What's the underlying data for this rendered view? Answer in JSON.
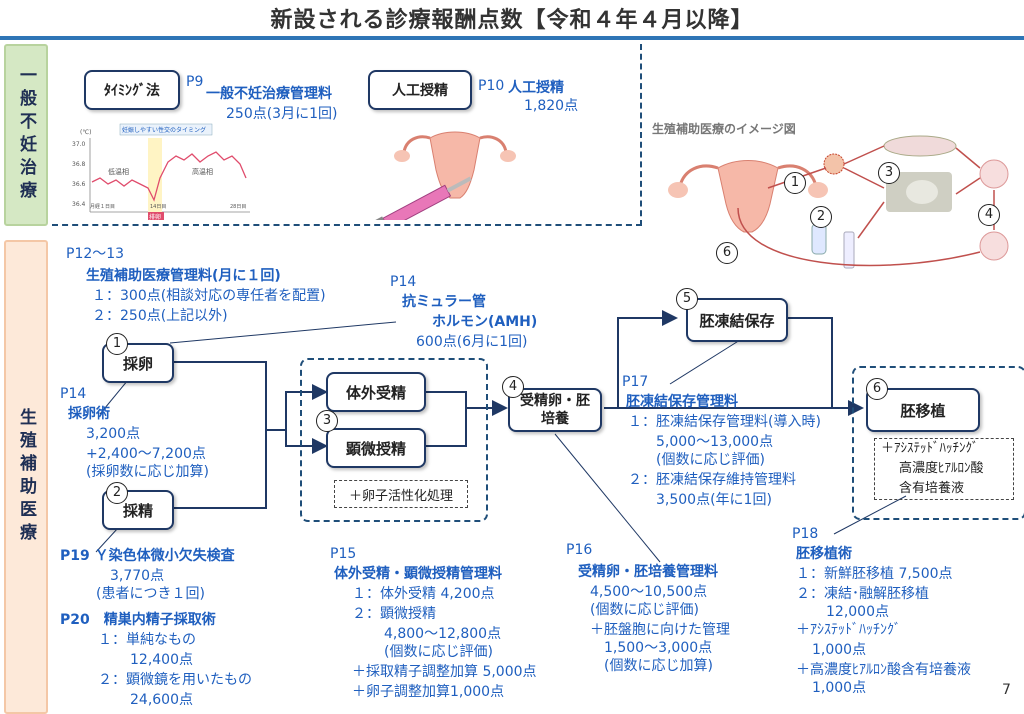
{
  "title": "新設される診療報酬点数【令和４年４月以降】",
  "page_number": "7",
  "side_labels": {
    "general": "一般不妊治療",
    "art": "生殖補助医療"
  },
  "general": {
    "timing_box": "ﾀｲﾐﾝｸﾞ法",
    "timing_page": "P9",
    "timing_title": "一般不妊治療管理料",
    "timing_points": "250点(3月に1回)",
    "chart_caption": "妊娠しやすい性交のタイミング",
    "chart_low": "低温相",
    "chart_high": "高温相",
    "chart_ovulation": "排卵",
    "chart_x_start": "月経１日目",
    "chart_x_mid": "14日目",
    "chart_x_end": "28日目",
    "chart_unit": "(℃)",
    "chart_ticks": [
      "37.0",
      "36.8",
      "36.6",
      "36.4"
    ],
    "ai_box": "人工授精",
    "ai_page": "P10",
    "ai_title": "人工授精",
    "ai_points": "1,820点"
  },
  "image_title": "生殖補助医療のイメージ図",
  "steps": {
    "step1": "採卵",
    "step2": "採精",
    "ivf": "体外受精",
    "icsi": "顕微授精",
    "activation": "＋卵子活性化処理",
    "step4": "受精卵・胚培養",
    "step5": "胚凍結保存",
    "step6": "胚移植",
    "step6_extra": [
      "＋ｱｼｽﾃｯﾄﾞﾊｯﾁﾝｸﾞ",
      "高濃度ﾋｱﾙﾛﾝ酸",
      "含有培養液"
    ]
  },
  "nums": [
    "1",
    "2",
    "3",
    "4",
    "5",
    "6"
  ],
  "blocks": {
    "p12_page": "P12～13",
    "p12_title": "生殖補助医療管理料(月に１回)",
    "p12_l1": "１：300点(相談対応の専任者を配置)",
    "p12_l2": "２：250点(上記以外)",
    "p14a_page": "P14",
    "p14a_t1": "抗ミュラー管",
    "p14a_t2": "ホルモン(AMH)",
    "p14a_pts": "600点(6月に1回)",
    "p14b_page": "P14",
    "p14b_title": "採卵術",
    "p14b_l1": "3,200点",
    "p14b_l2": "+2,400～7,200点",
    "p14b_l3": "(採卵数に応じ加算)",
    "p19_page": "P19",
    "p19_title": "Ｙ染色体微小欠失検査",
    "p19_l1": "3,770点",
    "p19_l2": "(患者につき１回)",
    "p20_page": "P20",
    "p20_title": "精巣内精子採取術",
    "p20_l1": "１：単純なもの",
    "p20_l2": "12,400点",
    "p20_l3": "２：顕微鏡を用いたもの",
    "p20_l4": "24,600点",
    "p15_page": "P15",
    "p15_title": "体外受精・顕微授精管理料",
    "p15_l1": "１：体外受精 4,200点",
    "p15_l2": "２：顕微授精",
    "p15_l3": "4,800～12,800点",
    "p15_l4": "(個数に応じ評価)",
    "p15_l5": "＋採取精子調整加算 5,000点",
    "p15_l6": "＋卵子調整加算1,000点",
    "p16_page": "P16",
    "p16_title": "受精卵・胚培養管理料",
    "p16_l1": "4,500～10,500点",
    "p16_l2": "(個数に応じ評価)",
    "p16_l3": "＋胚盤胞に向けた管理",
    "p16_l4": "1,500～3,000点",
    "p16_l5": "(個数に応じ加算)",
    "p17_page": "P17",
    "p17_title": "胚凍結保存管理料",
    "p17_l1": "１：胚凍結保存管理料(導入時)",
    "p17_l2": "5,000～13,000点",
    "p17_l3": "(個数に応じ評価)",
    "p17_l4": "２：胚凍結保存維持管理料",
    "p17_l5": "3,500点(年に1回)",
    "p18_page": "P18",
    "p18_title": "胚移植術",
    "p18_l1": "１：新鮮胚移植 7,500点",
    "p18_l2": "２：凍結･融解胚移植",
    "p18_l3": "12,000点",
    "p18_l4": "＋ｱｼｽﾃｯﾄﾞﾊｯﾁﾝｸﾞ",
    "p18_l5": "1,000点",
    "p18_l6": "＋高濃度ﾋｱﾙﾛﾝ酸含有培養液",
    "p18_l7": "1,000点"
  },
  "colors": {
    "accent": "#1f5fbf",
    "frame": "#1f3864",
    "title_bar": "#2e75b6",
    "green": "#d5e8c4",
    "pink": "#fde9d9"
  }
}
